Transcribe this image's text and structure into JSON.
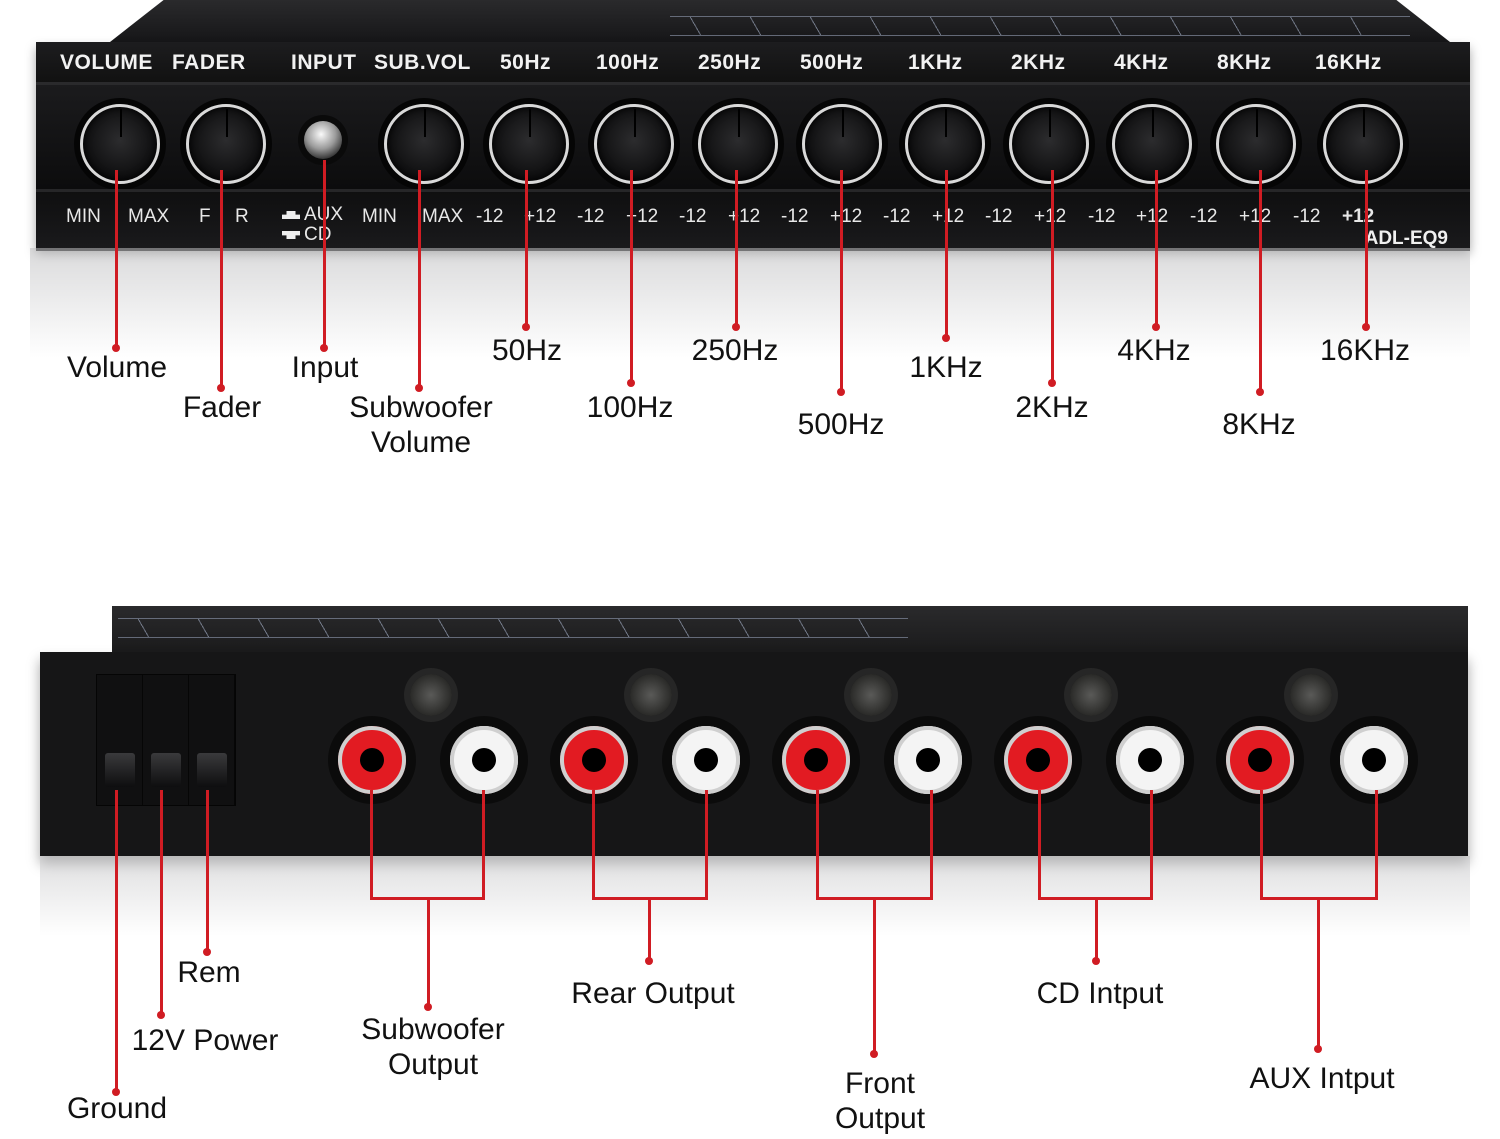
{
  "front_panel": {
    "model": "ADL-EQ9",
    "top_labels": [
      "VOLUME",
      "FADER",
      "INPUT",
      "SUB.VOL",
      "50Hz",
      "100Hz",
      "250Hz",
      "500Hz",
      "1KHz",
      "2KHz",
      "4KHz",
      "8KHz",
      "16KHz"
    ],
    "scale_labels": {
      "volume_min": "MIN",
      "volume_max": "MAX",
      "fader_f": "F",
      "fader_r": "R",
      "input_aux": "AUX",
      "input_cd": "CD",
      "sub_min": "MIN",
      "sub_max": "MAX",
      "eq_min": "-12",
      "eq_max": "+12"
    },
    "controls": [
      {
        "type": "knob",
        "name": "volume"
      },
      {
        "type": "knob",
        "name": "fader"
      },
      {
        "type": "switch",
        "name": "input"
      },
      {
        "type": "knob",
        "name": "sub-vol"
      },
      {
        "type": "knob",
        "name": "50hz"
      },
      {
        "type": "knob",
        "name": "100hz"
      },
      {
        "type": "knob",
        "name": "250hz"
      },
      {
        "type": "knob",
        "name": "500hz"
      },
      {
        "type": "knob",
        "name": "1khz"
      },
      {
        "type": "knob",
        "name": "2khz"
      },
      {
        "type": "knob",
        "name": "4khz"
      },
      {
        "type": "knob",
        "name": "8khz"
      },
      {
        "type": "knob",
        "name": "16khz"
      }
    ]
  },
  "front_callouts": [
    {
      "label": "Volume"
    },
    {
      "label": "Fader"
    },
    {
      "label": "Input"
    },
    {
      "label": "Subwoofer\nVolume"
    },
    {
      "label": "50Hz"
    },
    {
      "label": "100Hz"
    },
    {
      "label": "250Hz"
    },
    {
      "label": "500Hz"
    },
    {
      "label": "1KHz"
    },
    {
      "label": "2KHz"
    },
    {
      "label": "4KHz"
    },
    {
      "label": "8KHz"
    },
    {
      "label": "16KHz"
    }
  ],
  "rear_callouts": [
    {
      "label": "Ground"
    },
    {
      "label": "12V Power"
    },
    {
      "label": "Rem"
    },
    {
      "label": "Subwoofer Output"
    },
    {
      "label": "Rear Output"
    },
    {
      "label": "Front Output"
    },
    {
      "label": "CD Intput"
    },
    {
      "label": "AUX Intput"
    }
  ],
  "colors": {
    "callout_red": "#d01c23",
    "rca_red": "#e21b22",
    "rca_white": "#f4f4f4",
    "panel": "#141416"
  }
}
